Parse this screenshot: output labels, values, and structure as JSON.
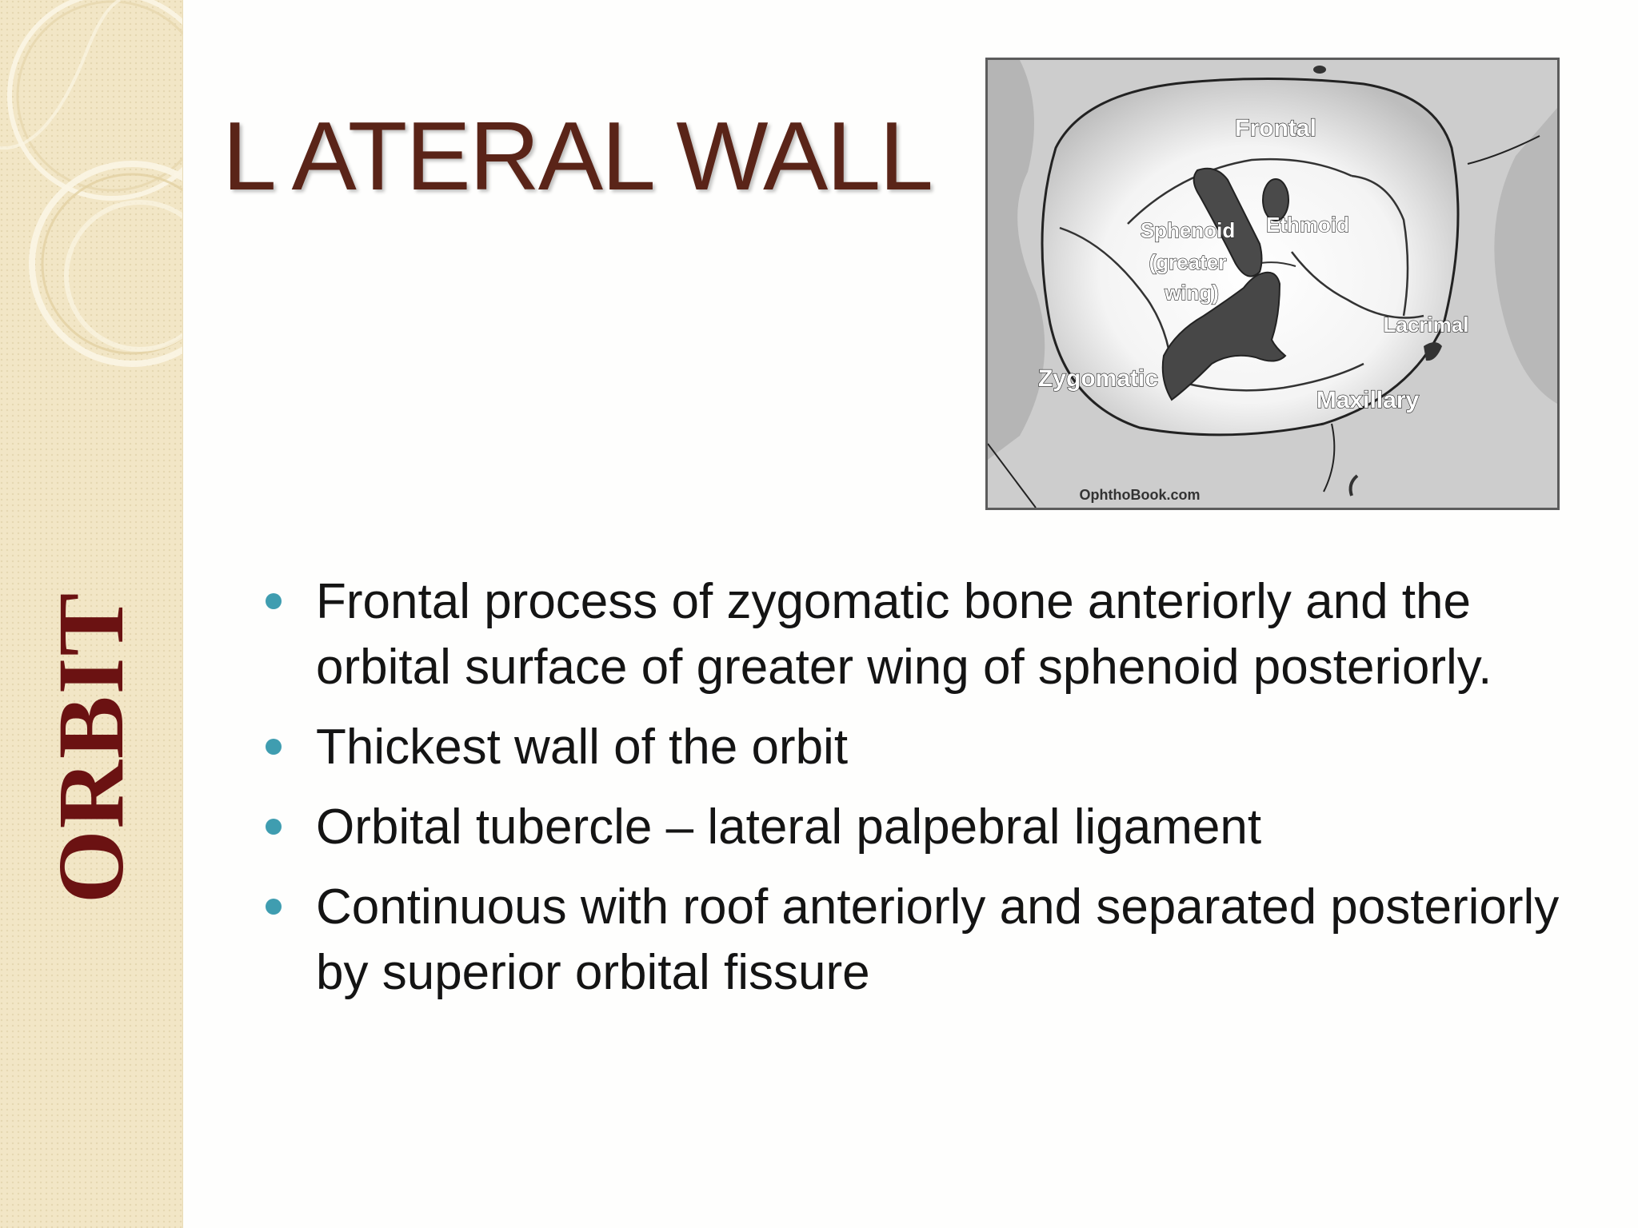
{
  "sidebar": {
    "label": "ORBIT",
    "color": "#6b1212",
    "background": "#f2e6c6"
  },
  "title": "L ATERAL WALL",
  "figure": {
    "labels": {
      "frontal": "Frontal",
      "ethmoid": "Ethmoid",
      "sphenoid_line1": "Sphenoid",
      "sphenoid_line2": "(greater",
      "sphenoid_line3": "wing)",
      "lacrimal": "Lacrimal",
      "zygomatic": "Zygomatic",
      "maxillary": "Maxillary",
      "credit": "OphthoBook.com"
    }
  },
  "bullets": [
    "Frontal process of zygomatic bone anteriorly and the orbital surface of greater wing of sphenoid posteriorly.",
    "Thickest wall of the orbit",
    "Orbital tubercle – lateral palpebral ligament",
    "Continuous with roof anteriorly and separated posteriorly by superior orbital fissure"
  ],
  "colors": {
    "title": "#5a2418",
    "bullet_marker": "#3f9db0",
    "body_text": "#141414"
  }
}
